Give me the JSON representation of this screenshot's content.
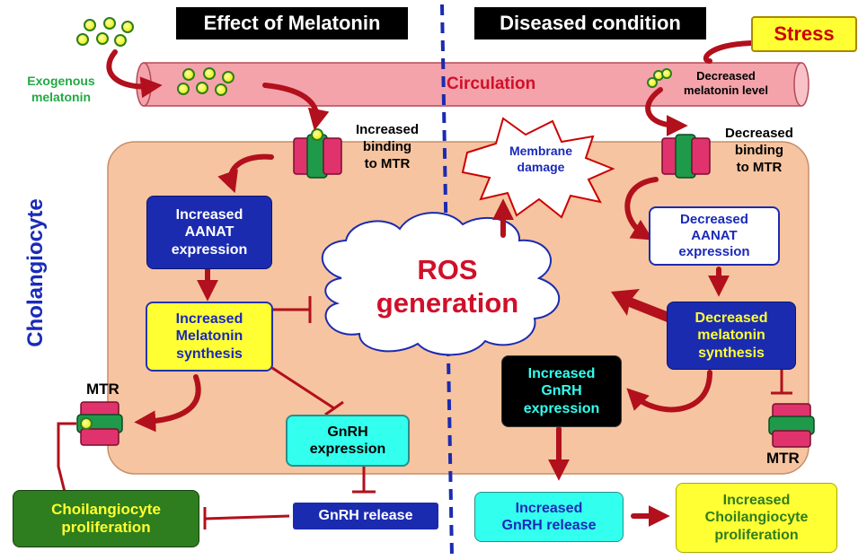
{
  "headers": {
    "left": "Effect of Melatonin",
    "right": "Diseased condition"
  },
  "stress": "Stress",
  "exogenous_melatonin": [
    "Exogenous",
    "melatonin"
  ],
  "circulation": "Circulation",
  "decreased_melatonin_level": [
    "Decreased",
    "melatonin level"
  ],
  "cell_label": "Cholangiocyte",
  "left_binding": [
    "Increased",
    "binding",
    "to MTR"
  ],
  "right_binding": [
    "Decreased",
    "binding",
    "to MTR"
  ],
  "membrane_damage": [
    "Membrane",
    "damage"
  ],
  "ros": [
    "ROS",
    "generation"
  ],
  "left_aanat": [
    "Increased",
    "AANAT",
    "expression"
  ],
  "left_mel_synth": [
    "Increased",
    "Melatonin",
    "synthesis"
  ],
  "left_gnrh_expr": [
    "GnRH",
    "expression"
  ],
  "left_gnrh_release": "GnRH release",
  "left_prolif": [
    "Choilangiocyte",
    "proliferation"
  ],
  "mtr_left": "MTR",
  "mtr_right": "MTR",
  "right_aanat": [
    "Decreased",
    "AANAT",
    "expression"
  ],
  "right_mel_synth": [
    "Decreased",
    "melatonin",
    "synthesis"
  ],
  "right_gnrh_expr": [
    "Increased",
    "GnRH",
    "expression"
  ],
  "right_gnrh_release": [
    "Increased",
    "GnRH release"
  ],
  "right_prolif": [
    "Increased",
    "Choilangiocyte",
    "proliferation"
  ],
  "colors": {
    "cell_fill": "#f6c4a0",
    "circulation_fill": "#f4a3ab",
    "dark_red": "#b2101c",
    "navy": "#1b2bb0",
    "green_box": "#2e7d1e",
    "yellow": "#ffff33",
    "cyan": "#33ffee",
    "blue_text": "#1a2ab8"
  }
}
